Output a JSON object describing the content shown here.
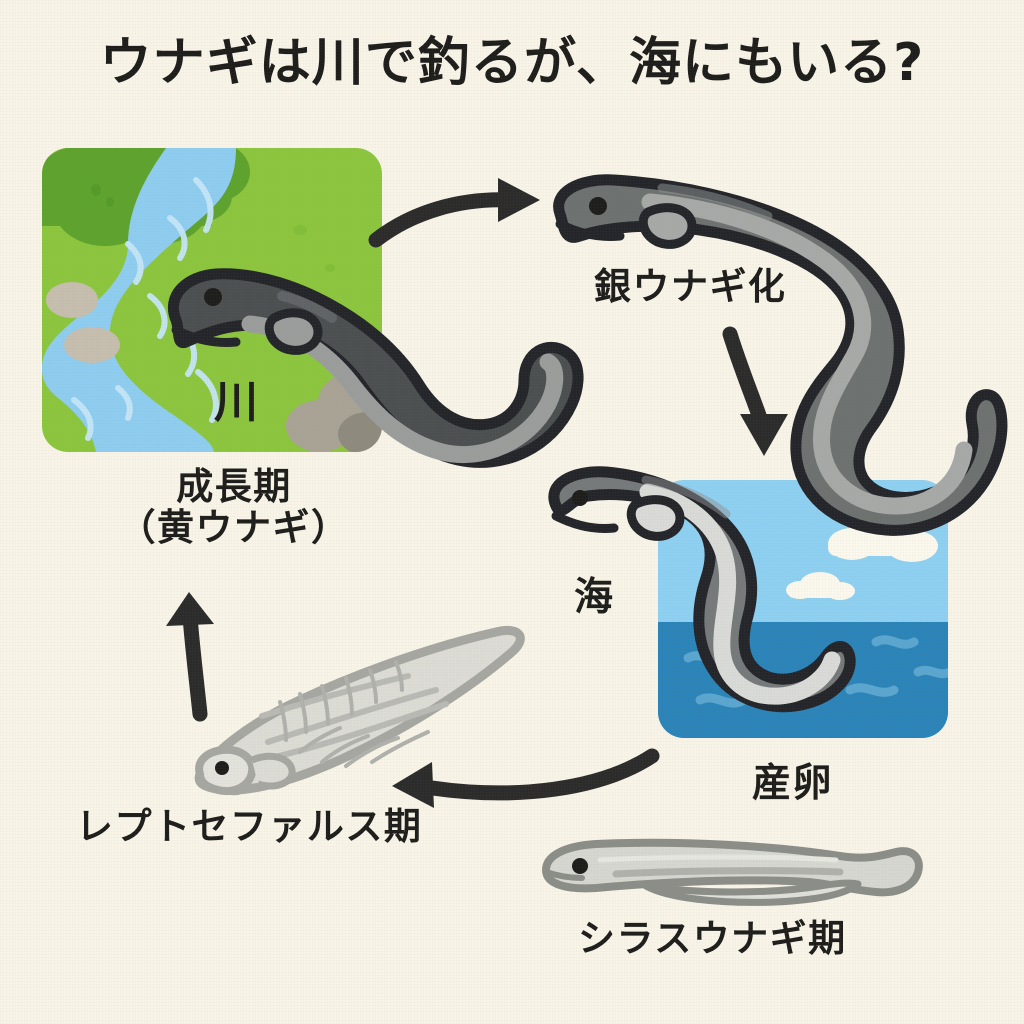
{
  "page": {
    "background_color": "#f8f4e8",
    "ink_color": "#1d1d1b",
    "title": "ウナギは川で釣るが、海にもいる?"
  },
  "labels": {
    "river": "川",
    "growth_stage": "成長期\n（黄ウナギ）",
    "growth_stage_line1": "成長期",
    "growth_stage_line2": "（黄ウナギ）",
    "silvering": "銀ウナギ化",
    "sea": "海",
    "spawning": "産卵",
    "leptocephalus": "レプトセファルス期",
    "glass_eel": "シラスウナギ期"
  },
  "scenes": {
    "river_panel": {
      "name": "river-scene",
      "grass_color": "#8cc63e",
      "bush_color": "#5da32d",
      "water_color": "#8ecdf0",
      "water_highlight": "#bfe3f7",
      "rock_color": "#a9a396",
      "rock_color_light": "#c6beae"
    },
    "sea_panel": {
      "name": "sea-scene",
      "sky_color": "#8ed0f2",
      "ocean_color": "#2b84b9",
      "cloud_color": "#fbf8ee",
      "wave_color": "#5aa6d0"
    }
  },
  "creatures": [
    {
      "name": "yellow-eel",
      "stage": "成長期（黄ウナギ）",
      "body_color": "#4b4f50",
      "belly_color": "#9a9d9c",
      "outline_color": "#23252a"
    },
    {
      "name": "silver-eel",
      "stage": "銀ウナギ化",
      "body_color": "#6d7170",
      "belly_color": "#a6a9a7",
      "outline_color": "#23252a"
    },
    {
      "name": "spawning-eel",
      "stage": "産卵",
      "body_color": "#76797a",
      "belly_color": "#d9dbd8",
      "outline_color": "#23252a"
    },
    {
      "name": "leptocephalus-larva",
      "stage": "レプトセファルス期",
      "body_color": "#dcdcd6",
      "outline_color": "#a6a7a2"
    },
    {
      "name": "glass-eel",
      "stage": "シラスウナギ期",
      "body_color": "#d6d7d1",
      "outline_color": "#8b8d88"
    }
  ],
  "arrows": [
    {
      "name": "arrow-river-to-silvering",
      "from": "成長期（黄ウナギ）",
      "to": "銀ウナギ化",
      "direction": "right"
    },
    {
      "name": "arrow-silvering-to-sea",
      "from": "銀ウナギ化",
      "to": "産卵",
      "direction": "down"
    },
    {
      "name": "arrow-sea-to-leptocephalus",
      "from": "産卵",
      "to": "レプトセファルス期",
      "direction": "left"
    },
    {
      "name": "arrow-leptocephalus-to-growth",
      "from": "レプトセファルス期",
      "to": "成長期（黄ウナギ）",
      "direction": "up"
    }
  ]
}
